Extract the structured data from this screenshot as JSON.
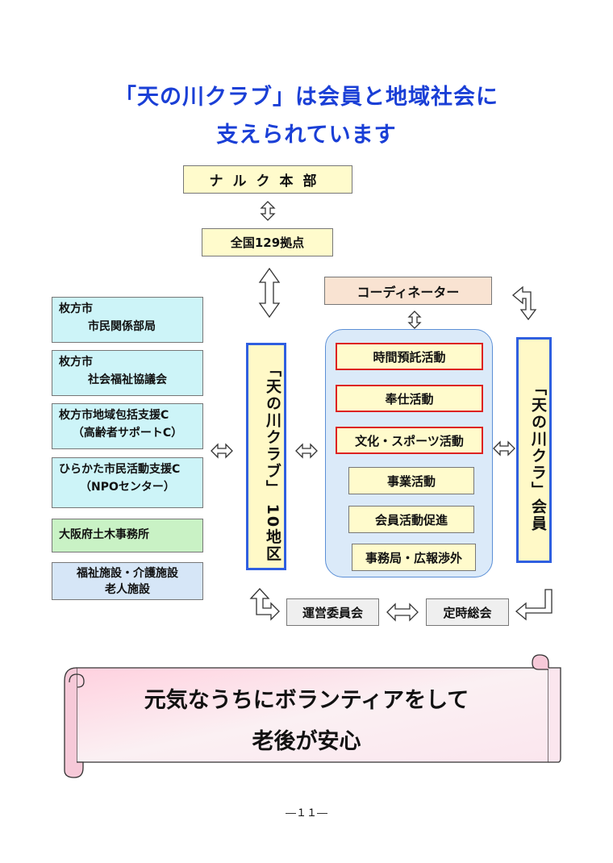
{
  "title": {
    "line1": "「天の川クラブ」は会員と地域社会に",
    "line2": "支えられています"
  },
  "top": {
    "hq": "ナルク本部",
    "branches": "全国129拠点",
    "coordinator": "コーディネーター"
  },
  "left_orgs": [
    {
      "line1": "枚方市",
      "line2": "市民関係部局"
    },
    {
      "line1": "枚方市",
      "line2": "社会福祉協議会"
    },
    {
      "line1": "枚方市地域包括支援C",
      "line2": "（高齢者サポートC）"
    },
    {
      "line1": "ひらかた市民活動支援C",
      "line2": "（NPOセンター）"
    },
    {
      "line1": "大阪府土木事務所"
    },
    {
      "line1": "福祉施設・介護施設",
      "line2": "老人施設"
    }
  ],
  "club_box": "「天の川クラブ」 10地区",
  "member_box": "「天の川クラ」会員",
  "activities_red": [
    "時間預託活動",
    "奉仕活動",
    "文化・スポーツ活動"
  ],
  "activities_plain": [
    "事業活動",
    "会員活動促進",
    "事務局・広報渉外"
  ],
  "bottom": {
    "committee": "運営委員会",
    "general_meeting": "定時総会"
  },
  "banner": {
    "line1": "元気なうちにボランティアをして",
    "line2": "老後が安心"
  },
  "page_number": "―１１―",
  "colors": {
    "title": "#1a3fd6",
    "club_border": "#2f5fe0",
    "activity_border": "#dd2222"
  }
}
